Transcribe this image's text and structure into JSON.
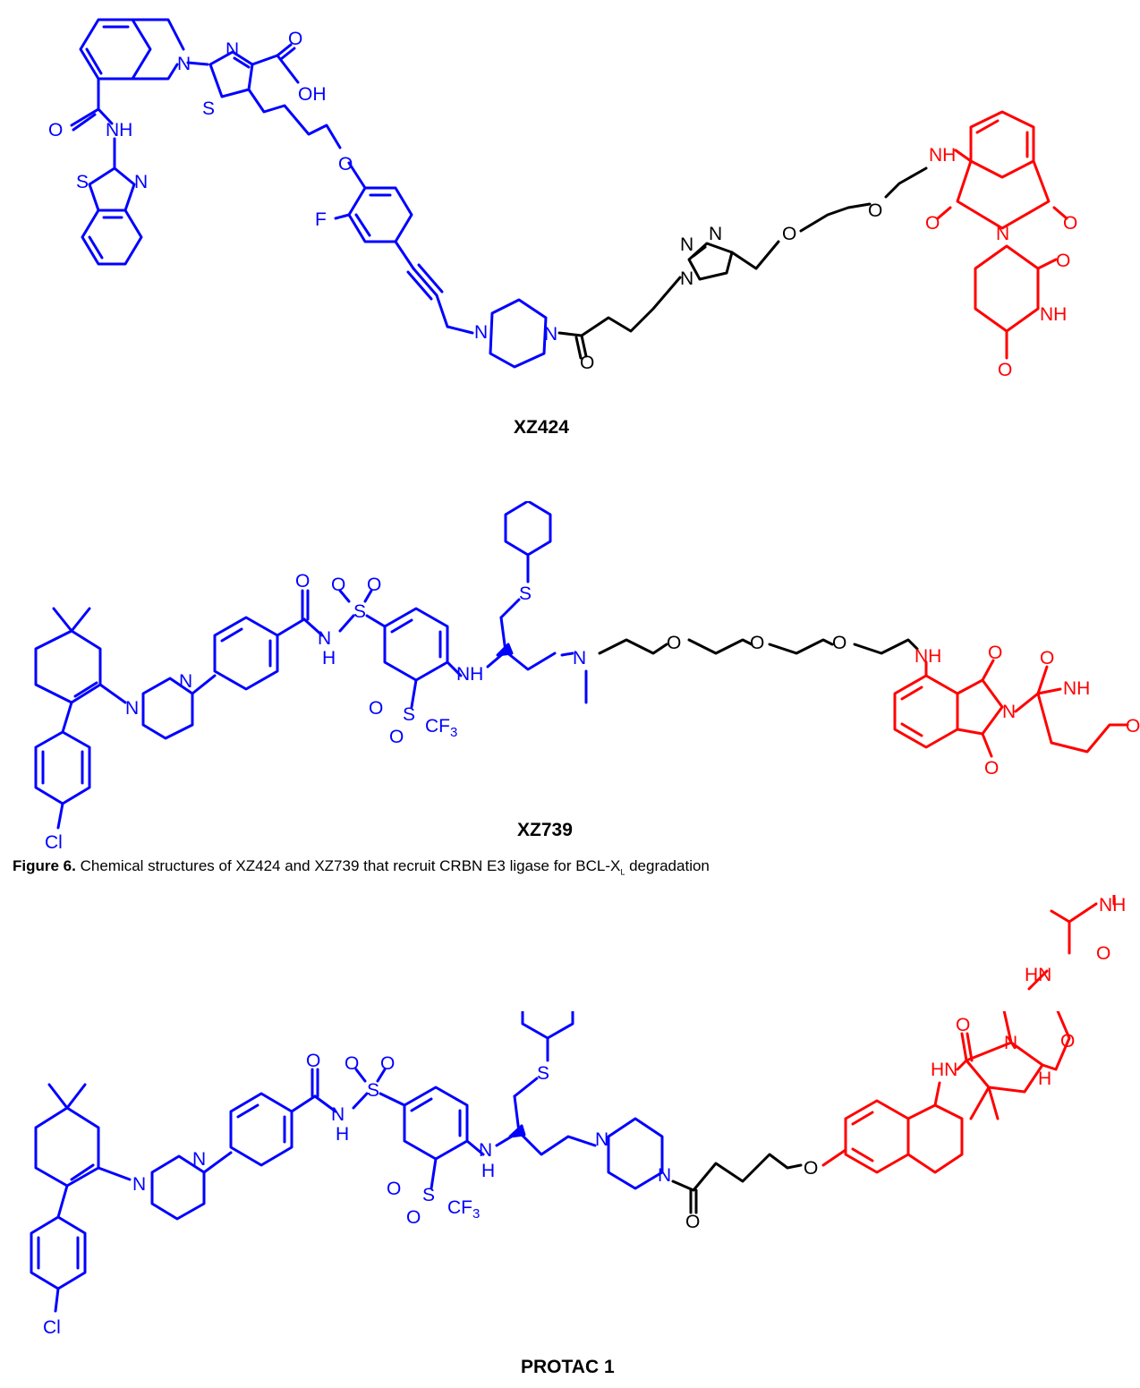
{
  "compounds": [
    {
      "name": "XZ424"
    },
    {
      "name": "XZ739"
    },
    {
      "name": "PROTAC 1"
    }
  ],
  "caption": {
    "label": "Figure 6.",
    "text_before_sub": " Chemical structures of XZ424 and XZ739 that recruit CRBN E3 ligase for BCL-X",
    "subscript": "L",
    "text_after_sub": " degradation"
  },
  "atoms": {
    "N": "N",
    "O": "O",
    "S": "S",
    "F": "F",
    "Cl": "Cl",
    "NH": "NH",
    "HN": "HN",
    "OH": "OH",
    "H": "H",
    "CF3": "CF3"
  },
  "colors": {
    "target_ligand": "#0000ff",
    "e3_ligand": "#ff0000",
    "linker": "#000000"
  }
}
